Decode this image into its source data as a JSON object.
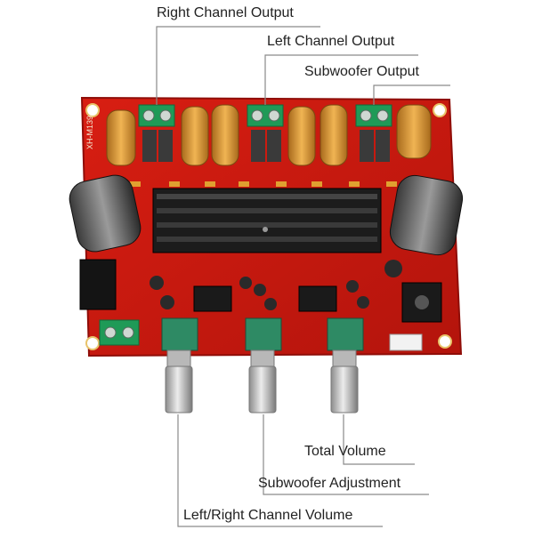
{
  "colors": {
    "board": "#c8170f",
    "board_dark": "#9e0f0a",
    "silkscreen": "#f3e9d2",
    "callout_line": "#8a8a8a",
    "label_text": "#222222",
    "terminal_green": "#1f9a57",
    "potentiometer": "#2e8a64",
    "heatsink": "#1c1c1c",
    "copper_coil": "#d4912f"
  },
  "labels": {
    "right_channel_output": "Right Channel Output",
    "left_channel_output": "Left Channel Output",
    "subwoofer_output": "Subwoofer Output",
    "total_volume": "Total Volume",
    "subwoofer_adjustment": "Subwoofer Adjustment",
    "left_right_channel_volume": "Left/Right Channel Volume"
  },
  "board": {
    "model_text": "XH-M139"
  },
  "icons": [
    "terminal-block",
    "inductor-coil",
    "electrolytic-capacitor",
    "heatsink",
    "ic-chip",
    "potentiometer",
    "dc-jack",
    "audio-jack",
    "connector-header"
  ]
}
